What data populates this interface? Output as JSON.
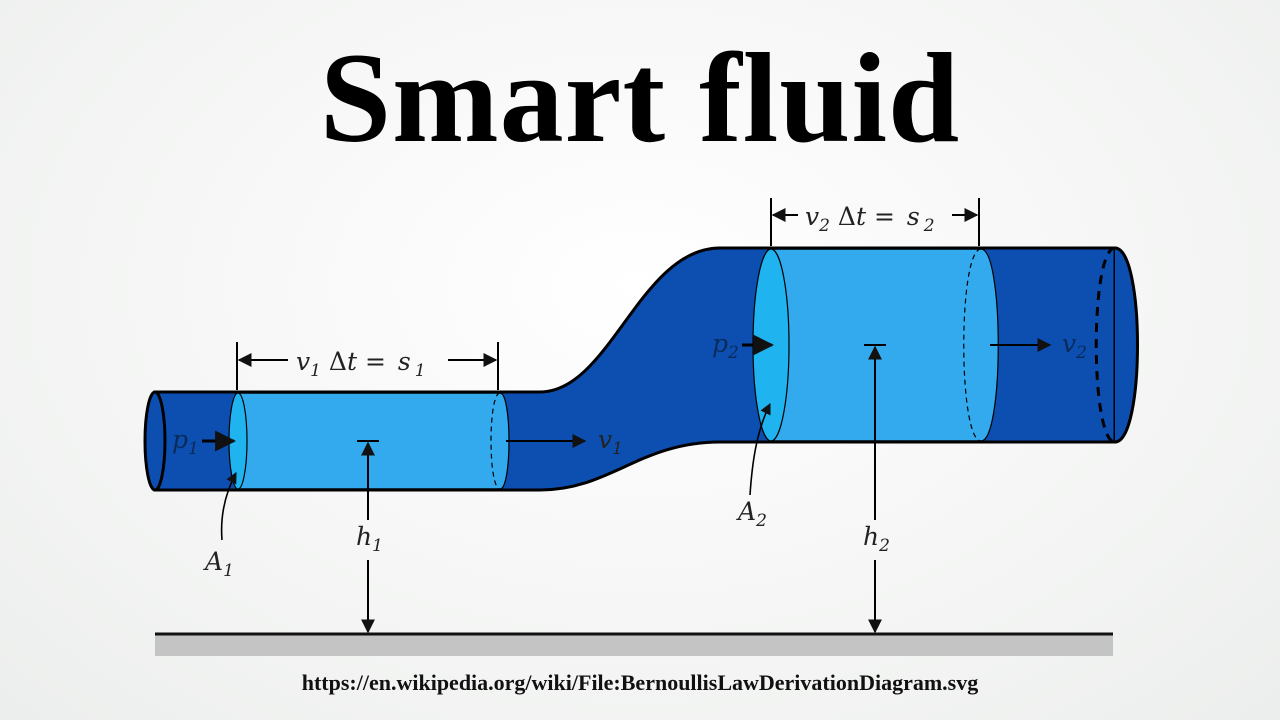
{
  "title": "Smart fluid",
  "source_url": "https://en.wikipedia.org/wiki/File:BernoullisLawDerivationDiagram.svg",
  "labels": {
    "s1_eq": {
      "v": "v",
      "sub_v": "1",
      "mid": " Δ",
      "t": "t",
      "eq": " = ",
      "s": "s",
      "sub_s": "1"
    },
    "s2_eq": {
      "v": "v",
      "sub_v": "2",
      "mid": " Δ",
      "t": "t",
      "eq": " = ",
      "s": "s",
      "sub_s": "2"
    },
    "p1": {
      "base": "p",
      "sub": "1"
    },
    "p2": {
      "base": "p",
      "sub": "2"
    },
    "v1": {
      "base": "v",
      "sub": "1"
    },
    "v2": {
      "base": "v",
      "sub": "2"
    },
    "A1": {
      "base": "A",
      "sub": "1"
    },
    "A2": {
      "base": "A",
      "sub": "2"
    },
    "h1": {
      "base": "h",
      "sub": "1"
    },
    "h2": {
      "base": "h",
      "sub": "2"
    }
  },
  "colors": {
    "pipe": "#0d4fb0",
    "fluid": "#33aaee",
    "fluid_end": "#1fb3f0",
    "ground": "#c4c4c4"
  }
}
